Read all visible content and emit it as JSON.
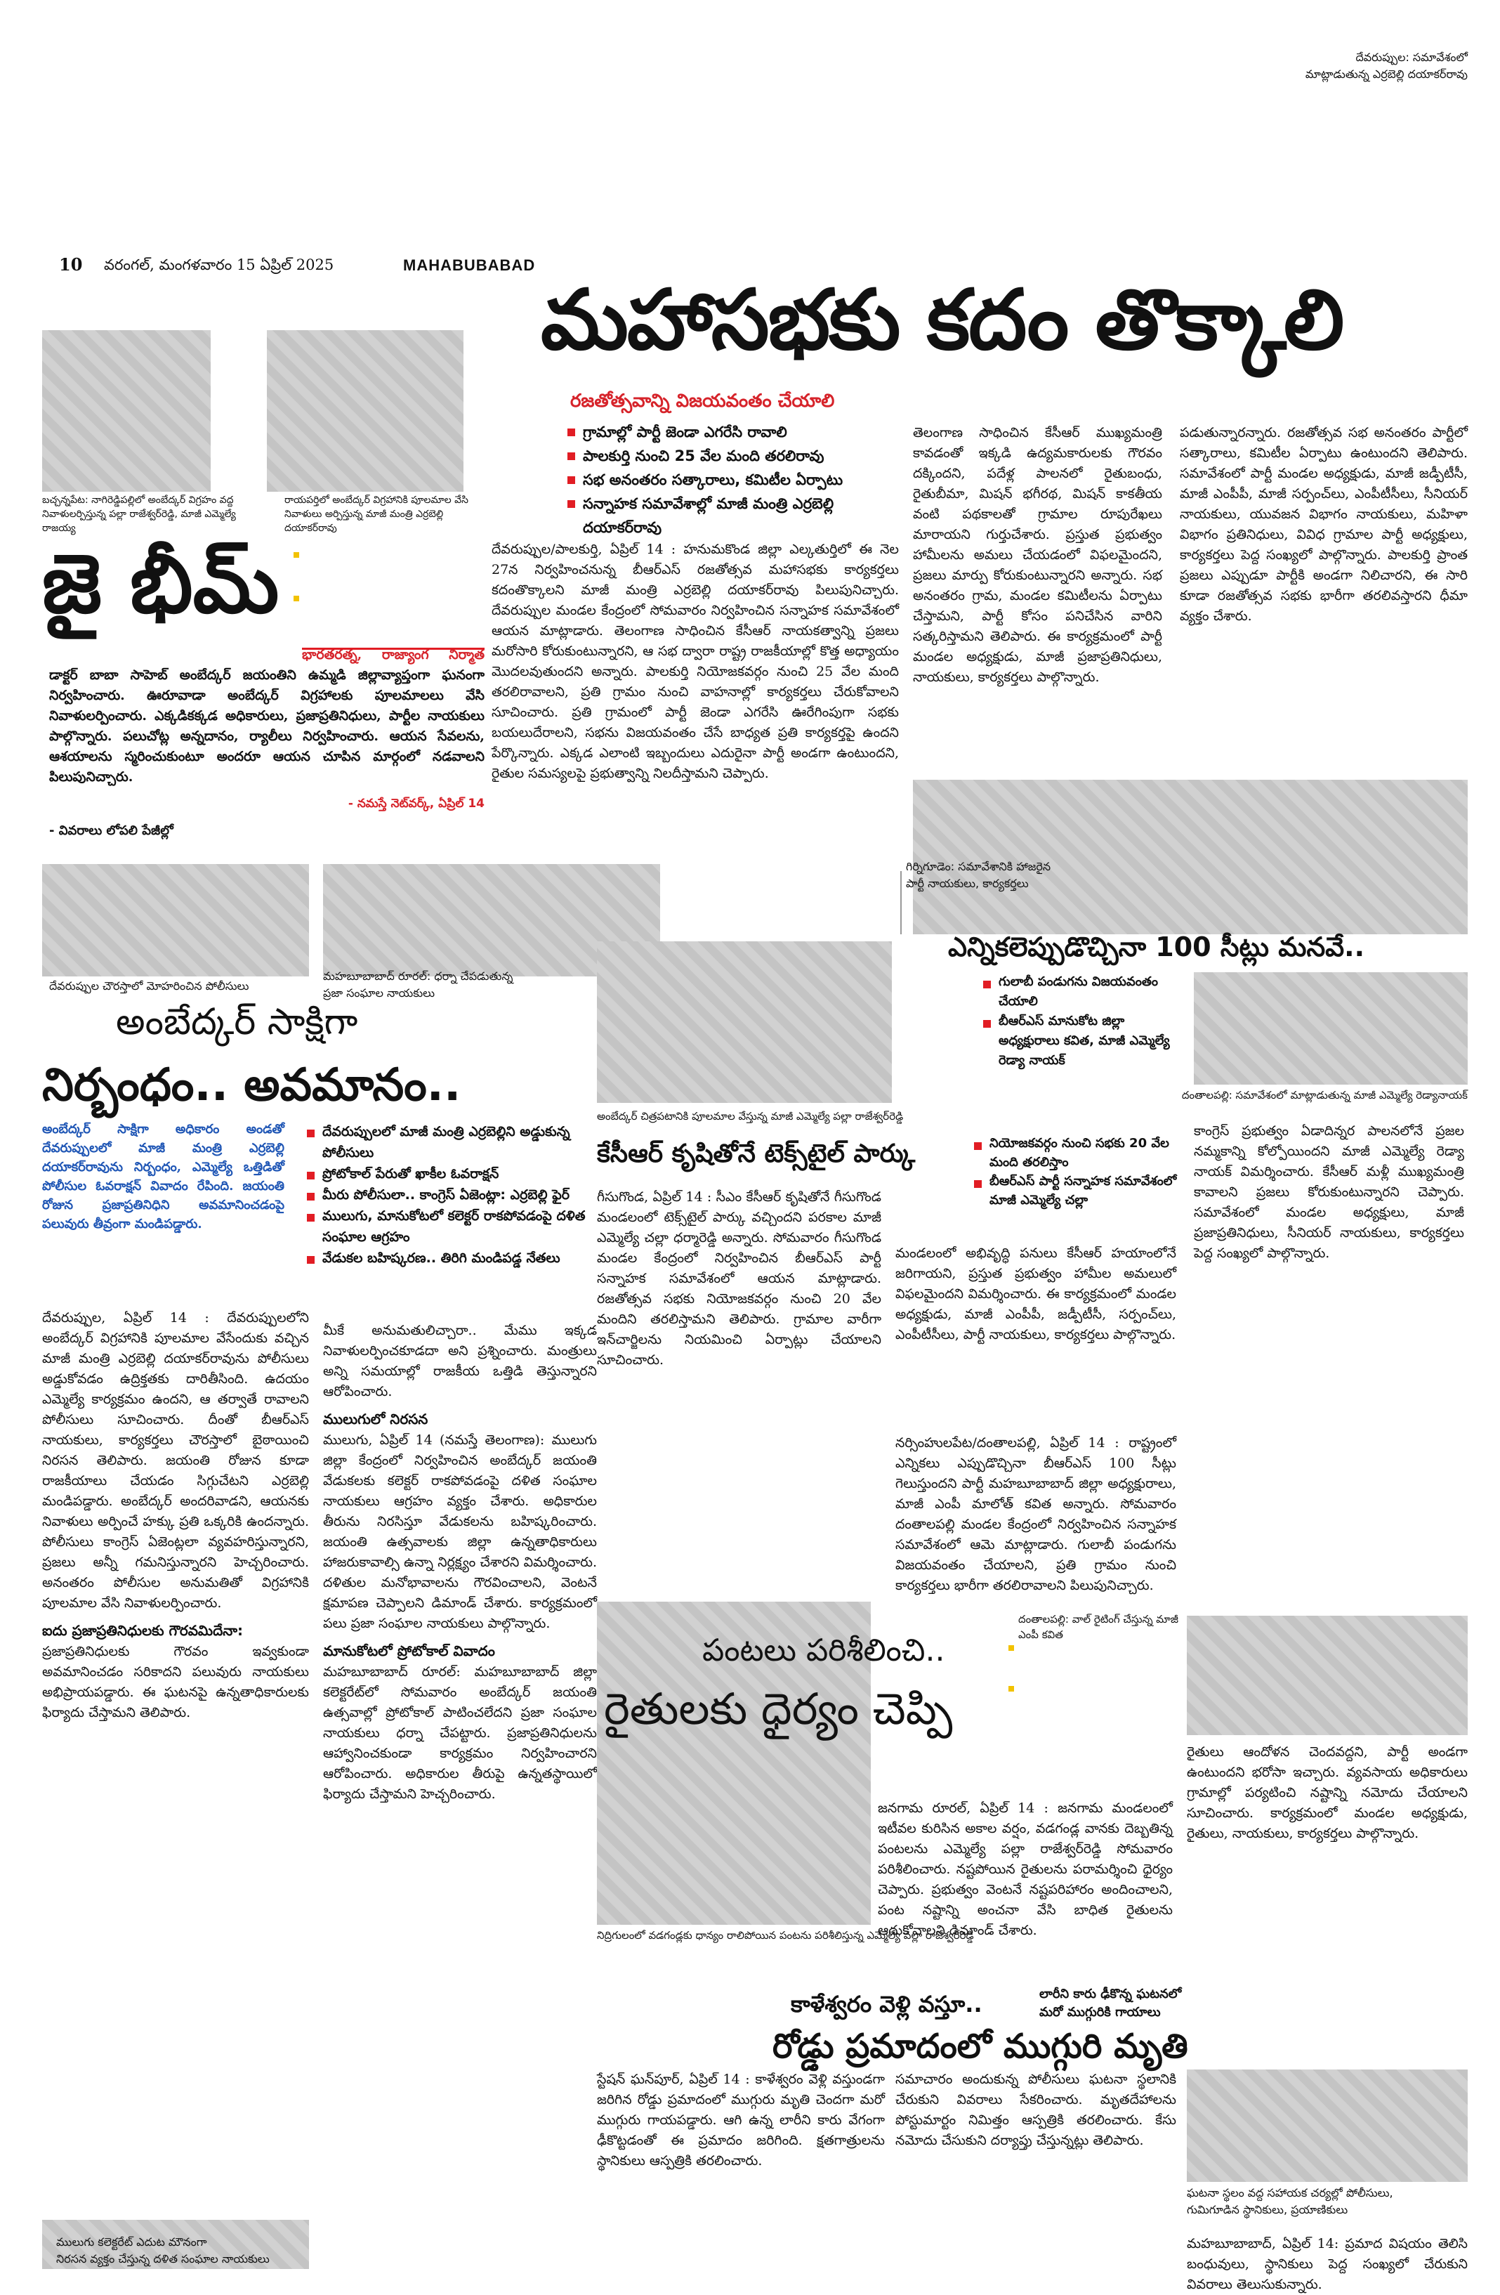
{
  "page": {
    "number": "10",
    "dateline": "వరంగల్, మంగళవారం 15 ఏప్రిల్ 2025",
    "edition": "MAHABUBABAD",
    "top_right_caption": [
      "దేవరుప్పుల: సమావేశంలో",
      "మాట్లాడుతున్న ఎర్రబెల్లి దయాకర్‌రావు"
    ]
  },
  "lead": {
    "headline": "మహాసభకు కదం తొక్కాలి",
    "subheadline": "రజతోత్సవాన్ని విజయవంతం చేయాలి",
    "bullets": [
      "గ్రామాల్లో పార్టీ జెండా ఎగరేసి రావాలి",
      "పాలకుర్తి నుంచి 25 వేల మంది తరలిరావు",
      "సభ అనంతరం సత్కారాలు, కమిటీల ఏర్పాటు",
      "సన్నాహక సమావేశాల్లో మాజీ మంత్రి ఎర్రబెల్లి దయాకర్‌రావు"
    ],
    "col1": "దేవరుప్పుల/పాలకుర్తి, ఏప్రిల్ 14 : హనుమకొండ జిల్లా ఎల్కతుర్తిలో ఈ నెల 27న నిర్వహించనున్న బీఆర్ఎస్ రజతోత్సవ మహాసభకు కార్యకర్తలు కదంతొక్కాలని మాజీ మంత్రి ఎర్రబెల్లి దయాకర్‌రావు పిలుపునిచ్చారు. దేవరుప్పుల మండల కేంద్రంలో సోమవారం నిర్వహించిన సన్నాహక సమావేశంలో ఆయన మాట్లాడారు. తెలంగాణ సాధించిన కేసీఆర్ నాయకత్వాన్ని ప్రజలు మరోసారి కోరుకుంటున్నారని, ఆ సభ ద్వారా రాష్ట్ర రాజకీయాల్లో కొత్త అధ్యాయం మొదలవుతుందని అన్నారు. పాలకుర్తి నియోజకవర్గం నుంచి 25 వేల మంది తరలిరావాలని, ప్రతి గ్రామం నుంచి వాహనాల్లో కార్యకర్తలు చేరుకోవాలని సూచించారు. ప్రతి గ్రామంలో పార్టీ జెండా ఎగరేసి ఊరేగింపుగా సభకు బయలుదేరాలని, సభను విజయవంతం చేసే బాధ్యత ప్రతి కార్యకర్తపై ఉందని పేర్కొన్నారు. ఎక్కడ ఎలాంటి ఇబ్బందులు ఎదురైనా పార్టీ అండగా ఉంటుందని, రైతుల సమస్యలపై ప్రభుత్వాన్ని నిలదీస్తామని చెప్పారు.",
    "col2": "తెలంగాణ సాధించిన కేసీఆర్ ముఖ్యమంత్రి కావడంతో ఇక్కడి ఉద్యమకారులకు గౌరవం దక్కిందని, పదేళ్ల పాలనలో రైతుబంధు, రైతుబీమా, మిషన్ భగీరథ, మిషన్ కాకతీయ వంటి పథకాలతో గ్రామాల రూపురేఖలు మారాయని గుర్తుచేశారు. ప్రస్తుత ప్రభుత్వం హామీలను అమలు చేయడంలో విఫలమైందని, ప్రజలు మార్పు కోరుకుంటున్నారని అన్నారు. సభ అనంతరం గ్రామ, మండల కమిటీలను ఏర్పాటు చేస్తామని, పార్టీ కోసం పనిచేసిన వారిని సత్కరిస్తామని తెలిపారు. ఈ కార్యక్రమంలో పార్టీ మండల అధ్యక్షుడు, మాజీ ప్రజాప్రతినిధులు, నాయకులు, కార్యకర్తలు పాల్గొన్నారు.",
    "col3": "పడుతున్నారన్నారు. రజతోత్సవ సభ అనంతరం పార్టీలో సత్కారాలు, కమిటీల ఏర్పాటు ఉంటుందని తెలిపారు. సమావేశంలో పార్టీ మండల అధ్యక్షుడు, మాజీ జడ్పీటీసీ, మాజీ ఎంపీపీ, మాజీ సర్పంచ్‌లు, ఎంపీటీసీలు, సీనియర్ నాయకులు, యువజన విభాగం నాయకులు, మహిళా విభాగం ప్రతినిధులు, వివిధ గ్రామాల పార్టీ అధ్యక్షులు, కార్యకర్తలు పెద్ద సంఖ్యలో పాల్గొన్నారు. పాలకుర్తి ప్రాంత ప్రజలు ఎప్పుడూ పార్టీకి అండగా నిలిచారని, ఈ సారి కూడా రజతోత్సవ సభకు భారీగా తరలివస్తారని ధీమా వ్యక్తం చేశారు.",
    "photo_caption": [
      "గిర్నిగూడెం: సమావేశానికి హాజరైన",
      "పార్టీ నాయకులు, కార్యకర్తలు"
    ]
  },
  "jai_bheem": {
    "kicker": [
      "బచ్చన్నపేట: నాగిరెడ్డిపల్లిలో అంబేద్కర్ విగ్రహం వద్ద నివాళులర్పిస్తున్న పల్లా రాజేశ్వర్‌రెడ్డి, మాజీ ఎమ్మెల్యే రాజయ్య",
      "రాయపర్తిలో అంబేద్కర్ విగ్రహానికి పూలమాల వేసి నివాళులు అర్పిస్తున్న మాజీ మంత్రి ఎర్రబెల్లి దయాకర్‌రావు"
    ],
    "title": "జై భీమ్",
    "quote_red": "భారతరత్న, రాజ్యాంగ నిర్మాత",
    "quote": "డాక్టర్ బాబా సాహెబ్ అంబేద్కర్ జయంతిని ఉమ్మడి జిల్లావ్యాప్తంగా ఘనంగా నిర్వహించారు. ఊరూవాడా అంబేద్కర్ విగ్రహాలకు పూలమాలలు వేసి నివాళులర్పించారు. ఎక్కడికక్కడ అధికారులు, ప్రజాప్రతినిధులు, పార్టీల నాయకులు పాల్గొన్నారు. పలుచోట్ల అన్నదానం, ర్యాలీలు నిర్వహించారు. ఆయన సేవలను, ఆశయాలను స్మరించుకుంటూ అందరూ ఆయన చూపిన మార్గంలో నడవాలని పిలుపునిచ్చారు.",
    "credit": "- నమస్తే నెట్‌వర్క్, ఏప్రిల్ 14",
    "more": "- వివరాలు లోపలి పేజీల్లో"
  },
  "ambedkar": {
    "kicker_left": "దేవరుప్పుల చౌరస్తాలో మోహరించిన పోలీసులు",
    "kicker_right": [
      "మహబూబాబాద్ రూరల్: ధర్నా చేపడుతున్న",
      "ప్రజా సంఘాల నాయకులు"
    ],
    "title1": "అంబేద్కర్ సాక్షిగా",
    "title2": "నిర్బంధం.. అవమానం..",
    "intro": "అంబేద్కర్ సాక్షిగా అధికారం అండతో దేవరుప్పులలో మాజీ మంత్రి ఎర్రబెల్లి దయాకర్‌రావును నిర్బంధం, ఎమ్మెల్యే ఒత్తిడితో పోలీసుల ఓవరాక్షన్ వివాదం రేపింది. జయంతి రోజున ప్రజాప్రతినిధిని అవమానించడంపై పలువురు తీవ్రంగా మండిపడ్డారు.",
    "bullets": [
      "దేవరుప్పులలో మాజీ మంత్రి ఎర్రబెల్లిని అడ్డుకున్న పోలీసులు",
      "ప్రోటోకాల్ పేరుతో ఖాకీల ఓవరాక్షన్",
      "మీరు పోలీసులా.. కాంగ్రెస్ ఏజెంట్లా: ఎర్రబెల్లి ఫైర్",
      "ములుగు, మానుకోటలో కలెక్టర్ రాకపోవడంపై దళిత సంఘాల ఆగ్రహం",
      "వేడుకల బహిష్కరణ.. తిరిగి మండిపడ్డ నేతలు"
    ],
    "col1": "దేవరుప్పుల, ఏప్రిల్ 14 : దేవరుప్పులలోని అంబేద్కర్ విగ్రహానికి పూలమాల వేసేందుకు వచ్చిన మాజీ మంత్రి ఎర్రబెల్లి దయాకర్‌రావును పోలీసులు అడ్డుకోవడం ఉద్రిక్తతకు దారితీసింది. ఉదయం ఎమ్మెల్యే కార్యక్రమం ఉందని, ఆ తర్వాతే రావాలని పోలీసులు సూచించారు. దీంతో బీఆర్ఎస్ నాయకులు, కార్యకర్తలు చౌరస్తాలో బైఠాయించి నిరసన తెలిపారు. జయంతి రోజున కూడా రాజకీయాలు చేయడం సిగ్గుచేటని ఎర్రబెల్లి మండిపడ్డారు. అంబేద్కర్ అందరివాడని, ఆయనకు నివాళులు అర్పించే హక్కు ప్రతి ఒక్కరికి ఉందన్నారు. పోలీసులు కాంగ్రెస్ ఏజెంట్లలా వ్యవహరిస్తున్నారని, ప్రజలు అన్నీ గమనిస్తున్నారని హెచ్చరించారు. అనంతరం పోలీసుల అనుమతితో విగ్రహానికి పూలమాల వేసి నివాళులర్పించారు.",
    "sub1": "ఐదు ప్రజాప్రతినిధులకు గౌరవమిదేనా:",
    "col1b": "ప్రజాప్రతినిధులకు గౌరవం ఇవ్వకుండా అవమానించడం సరికాదని పలువురు నాయకులు అభిప్రాయపడ్డారు. ఈ ఘటనపై ఉన్నతాధికారులకు ఫిర్యాదు చేస్తామని తెలిపారు.",
    "col2a": "మీకే అనుమతులిచ్చారా.. మేము ఇక్కడ నివాళులర్పించకూడదా అని ప్రశ్నించారు. మంత్రులు అన్ని సమయాల్లో రాజకీయ ఒత్తిడి తెస్తున్నారని ఆరోపించారు.",
    "sub2": "ములుగులో నిరసన",
    "col2b": "ములుగు, ఏప్రిల్ 14 (నమస్తే తెలంగాణ): ములుగు జిల్లా కేంద్రంలో నిర్వహించిన అంబేద్కర్ జయంతి వేడుకలకు కలెక్టర్ రాకపోవడంపై దళిత సంఘాల నాయకులు ఆగ్రహం వ్యక్తం చేశారు. అధికారుల తీరును నిరసిస్తూ వేడుకలను బహిష్కరించారు. జయంతి ఉత్సవాలకు జిల్లా ఉన్నతాధికారులు హాజరుకావాల్సి ఉన్నా నిర్లక్ష్యం చేశారని విమర్శించారు. దళితుల మనోభావాలను గౌరవించాలని, వెంటనే క్షమాపణ చెప్పాలని డిమాండ్ చేశారు. కార్యక్రమంలో పలు ప్రజా సంఘాల నాయకులు పాల్గొన్నారు.",
    "sub3": "మానుకోటలో ప్రోటోకాల్ వివాదం",
    "col2c": "మహబూబాబాద్ రూరల్: మహబూబాబాద్ జిల్లా కలెక్టరేట్‌లో సోమవారం అంబేద్కర్ జయంతి ఉత్సవాల్లో ప్రోటోకాల్ పాటించలేదని ప్రజా సంఘాల నాయకులు ధర్నా చేపట్టారు. ప్రజాప్రతినిధులను ఆహ్వానించకుండా కార్యక్రమం నిర్వహించారని ఆరోపించారు. అధికారుల తీరుపై ఉన్నతస్థాయిలో ఫిర్యాదు చేస్తామని హెచ్చరించారు.",
    "bottom_caption": [
      "ములుగు కలెక్టరేట్ ఎదుట మౌనంగా",
      "నిరసన వ్యక్తం చేస్తున్న దళిత సంఘాల నాయకులు"
    ]
  },
  "textile": {
    "kicker": "అంబేద్కర్ చిత్రపటానికి పూలమాల వేస్తున్న మాజీ ఎమ్మెల్యే పల్లా రాజేశ్వర్‌రెడ్డి",
    "headline": "కేసీఆర్ కృషితోనే టెక్స్‌టైల్ పార్కు",
    "bullets": [
      "నియోజకవర్గం నుంచి సభకు 20 వేల మంది తరలిస్తాం",
      "బీఆర్ఎస్ పార్టీ సన్నాహక సమావేశంలో మాజీ ఎమ్మెల్యే చల్లా"
    ],
    "col1": "గీసుగొండ, ఏప్రిల్ 14 : సీఎం కేసీఆర్ కృషితోనే గీసుగొండ మండలంలో టెక్స్‌టైల్ పార్కు వచ్చిందని పరకాల మాజీ ఎమ్మెల్యే చల్లా ధర్మారెడ్డి అన్నారు. సోమవారం గీసుగొండ మండల కేంద్రంలో నిర్వహించిన బీఆర్ఎస్ పార్టీ సన్నాహక సమావేశంలో ఆయన మాట్లాడారు. రజతోత్సవ సభకు నియోజకవర్గం నుంచి 20 వేల మందిని తరలిస్తామని తెలిపారు. గ్రామాల వారీగా ఇన్‌చార్జిలను నియమించి ఏర్పాట్లు చేయాలని సూచించారు.",
    "col2": "మండలంలో అభివృద్ధి పనులు కేసీఆర్ హయాంలోనే జరిగాయని, ప్రస్తుత ప్రభుత్వం హామీల అమలులో విఫలమైందని విమర్శించారు. ఈ కార్యక్రమంలో మండల అధ్యక్షుడు, మాజీ ఎంపీపీ, జడ్పీటీసీ, సర్పంచ్‌లు, ఎంపీటీసీలు, పార్టీ నాయకులు, కార్యకర్తలు పాల్గొన్నారు."
  },
  "seats": {
    "headline": "ఎన్నికలెప్పుడొచ్చినా 100 సీట్లు మనవే..",
    "bullets": [
      "గులాబీ పండుగను విజయవంతం చేయాలి",
      "బీఆర్ఎస్ మానుకోట జిల్లా అధ్యక్షురాలు కవిత, మాజీ ఎమ్మెల్యే రెడ్యా నాయక్"
    ],
    "photo_caption": "దంతాలపల్లి: సమావేశంలో మాట్లాడుతున్న మాజీ ఎమ్మెల్యే రెడ్యానాయక్",
    "col1": "నర్సింహులపేట/దంతాలపల్లి, ఏప్రిల్ 14 : రాష్ట్రంలో ఎన్నికలు ఎప్పుడొచ్చినా బీఆర్ఎస్ 100 సీట్లు గెలుస్తుందని పార్టీ మహబూబాబాద్ జిల్లా అధ్యక్షురాలు, మాజీ ఎంపీ మాలోత్ కవిత అన్నారు. సోమవారం దంతాలపల్లి మండల కేంద్రంలో నిర్వహించిన సన్నాహక సమావేశంలో ఆమె మాట్లాడారు. గులాబీ పండుగను విజయవంతం చేయాలని, ప్రతి గ్రామం నుంచి కార్యకర్తలు భారీగా తరలిరావాలని పిలుపునిచ్చారు.",
    "col2": "కాంగ్రెస్ ప్రభుత్వం ఏడాదిన్నర పాలనలోనే ప్రజల నమ్మకాన్ని కోల్పోయిందని మాజీ ఎమ్మెల్యే రెడ్యా నాయక్ విమర్శించారు. కేసీఆర్ మళ్లీ ముఖ్యమంత్రి కావాలని ప్రజలు కోరుకుంటున్నారని చెప్పారు. సమావేశంలో మండల అధ్యక్షులు, మాజీ ప్రజాప్రతినిధులు, సీనియర్ నాయకులు, కార్యకర్తలు పెద్ద సంఖ్యలో పాల్గొన్నారు."
  },
  "crops": {
    "kicker": "దంతాలపల్లి: వాల్ రైటింగ్ చేస్తున్న మాజీ ఎంపీ కవిత",
    "headline1": "పంటలు పరిశీలించి..",
    "headline2": "రైతులకు ధైర్యం చెప్పి",
    "photo_caption": "నిద్రిగులంలో వడగండ్లకు ధాన్యం రాలిపోయిన పంటను పరిశీలిస్తున్న ఎమ్మెల్యే పల్లా రాజేశ్వర్‌రెడ్డి",
    "col1": "జనగామ రూరల్, ఏప్రిల్ 14 : జనగామ మండలంలో ఇటీవల కురిసిన అకాల వర్షం, వడగండ్ల వానకు దెబ్బతిన్న పంటలను ఎమ్మెల్యే పల్లా రాజేశ్వర్‌రెడ్డి సోమవారం పరిశీలించారు. నష్టపోయిన రైతులను పరామర్శించి ధైర్యం చెప్పారు. ప్రభుత్వం వెంటనే నష్టపరిహారం అందించాలని, పంట నష్టాన్ని అంచనా వేసి బాధిత రైతులను ఆదుకోవాలని డిమాండ్ చేశారు.",
    "col2": "రైతులు ఆందోళన చెందవద్దని, పార్టీ అండగా ఉంటుందని భరోసా ఇచ్చారు. వ్యవసాయ అధికారులు గ్రామాల్లో పర్యటించి నష్టాన్ని నమోదు చేయాలని సూచించారు. కార్యక్రమంలో మండల అధ్యక్షుడు, రైతులు, నాయకులు, కార్యకర్తలు పాల్గొన్నారు."
  },
  "accident": {
    "kicker": "కాళేశ్వరం వెళ్లి వస్తూ..",
    "headline": "రోడ్డు ప్రమాదంలో ముగ్గురి మృతి",
    "kicker_right": [
      "లారీని కారు ఢీకొన్న ఘటనలో",
      "మరో ముగ్గురికి గాయాలు"
    ],
    "col1": "స్టేషన్ ఘన్‌పూర్, ఏప్రిల్ 14 : కాళేశ్వరం వెళ్లి వస్తుండగా జరిగిన రోడ్డు ప్రమాదంలో ముగ్గురు మృతి చెందగా మరో ముగ్గురు గాయపడ్డారు. ఆగి ఉన్న లారీని కారు వేగంగా ఢీకొట్టడంతో ఈ ప్రమాదం జరిగింది. క్షతగాత్రులను స్థానికులు ఆస్పత్రికి తరలించారు.",
    "col2": "సమాచారం అందుకున్న పోలీసులు ఘటనా స్థలానికి చేరుకుని వివరాలు సేకరించారు. మృతదేహాలను పోస్టుమార్టం నిమిత్తం ఆస్పత్రికి తరలించారు. కేసు నమోదు చేసుకుని దర్యాప్తు చేస్తున్నట్లు తెలిపారు.",
    "photo_caption": [
      "ఘటనా స్థలం వద్ద సహాయక చర్యల్లో పోలీసులు,",
      "గుమిగూడిన స్థానికులు, ప్రయాణికులు"
    ],
    "col3": "మహబూబాబాద్, ఏప్రిల్ 14: ప్రమాద విషయం తెలిసి బంధువులు, స్థానికులు పెద్ద సంఖ్యలో చేరుకుని వివరాలు తెలుసుకున్నారు."
  }
}
